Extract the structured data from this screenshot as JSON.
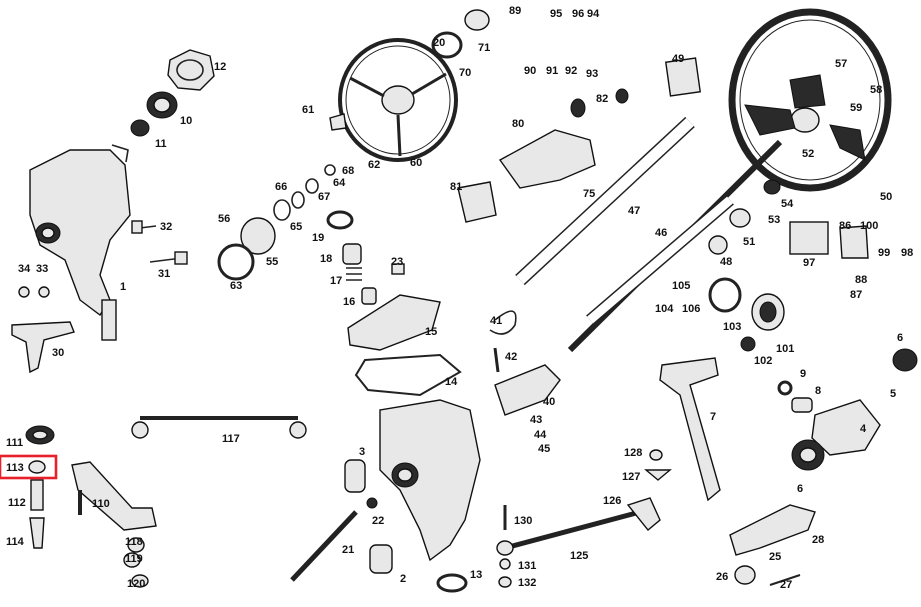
{
  "diagram": {
    "highlight_color": "#e8202a",
    "highlighted_label": "113",
    "labels": [
      "1",
      "2",
      "3",
      "4",
      "5",
      "6",
      "6",
      "7",
      "8",
      "9",
      "10",
      "11",
      "12",
      "13",
      "14",
      "15",
      "16",
      "17",
      "18",
      "19",
      "20",
      "21",
      "22",
      "23",
      "25",
      "26",
      "27",
      "28",
      "30",
      "31",
      "32",
      "33",
      "34",
      "40",
      "41",
      "42",
      "43",
      "44",
      "45",
      "46",
      "47",
      "48",
      "49",
      "50",
      "51",
      "52",
      "53",
      "54",
      "55",
      "56",
      "57",
      "58",
      "59",
      "60",
      "61",
      "62",
      "63",
      "64",
      "65",
      "66",
      "67",
      "68",
      "70",
      "71",
      "75",
      "80",
      "81",
      "82",
      "86",
      "87",
      "88",
      "89",
      "90",
      "91",
      "92",
      "93",
      "94",
      "95",
      "96",
      "97",
      "98",
      "99",
      "100",
      "101",
      "102",
      "103",
      "104",
      "105",
      "106",
      "110",
      "111",
      "112",
      "113",
      "114",
      "117",
      "118",
      "119",
      "120",
      "125",
      "126",
      "127",
      "128",
      "130",
      "131",
      "132"
    ]
  }
}
